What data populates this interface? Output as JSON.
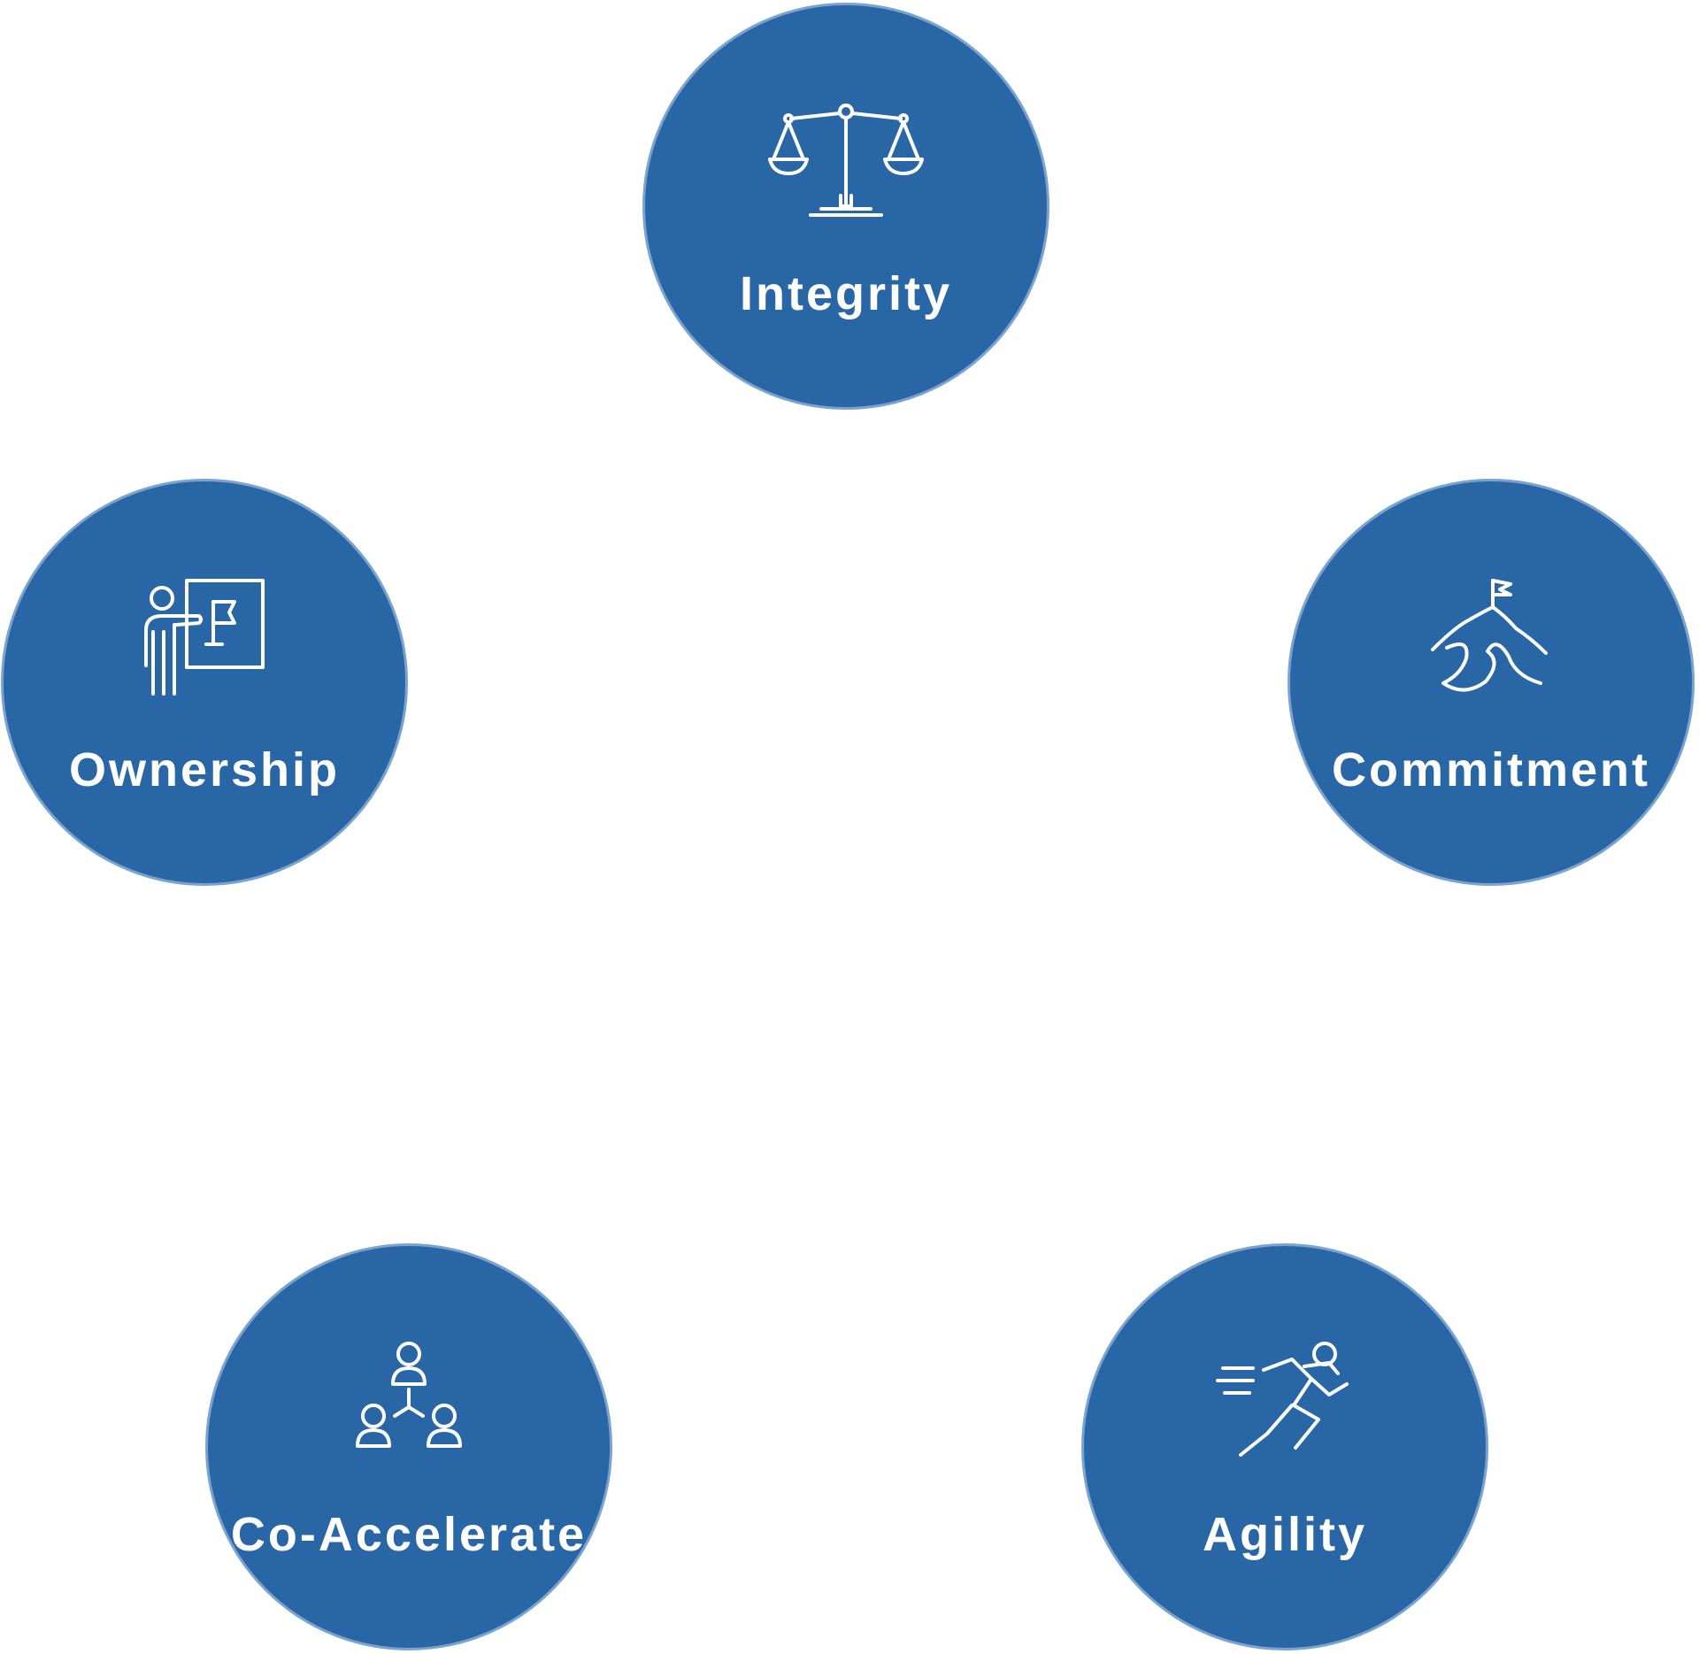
{
  "diagram": {
    "values": [
      {
        "id": "integrity",
        "label": "Integrity",
        "icon": "balance-scale-icon"
      },
      {
        "id": "commitment",
        "label": "Commitment",
        "icon": "mountain-flag-icon"
      },
      {
        "id": "agility",
        "label": "Agility",
        "icon": "running-person-icon"
      },
      {
        "id": "coaccelerate",
        "label": "Co-Accelerate",
        "icon": "people-network-icon"
      },
      {
        "id": "ownership",
        "label": "Ownership",
        "icon": "presenter-flag-icon"
      }
    ],
    "colors": {
      "circle_fill": "#2866a6",
      "circle_border": "#7aa3cf",
      "text": "#ffffff",
      "background": "#ffffff"
    }
  }
}
